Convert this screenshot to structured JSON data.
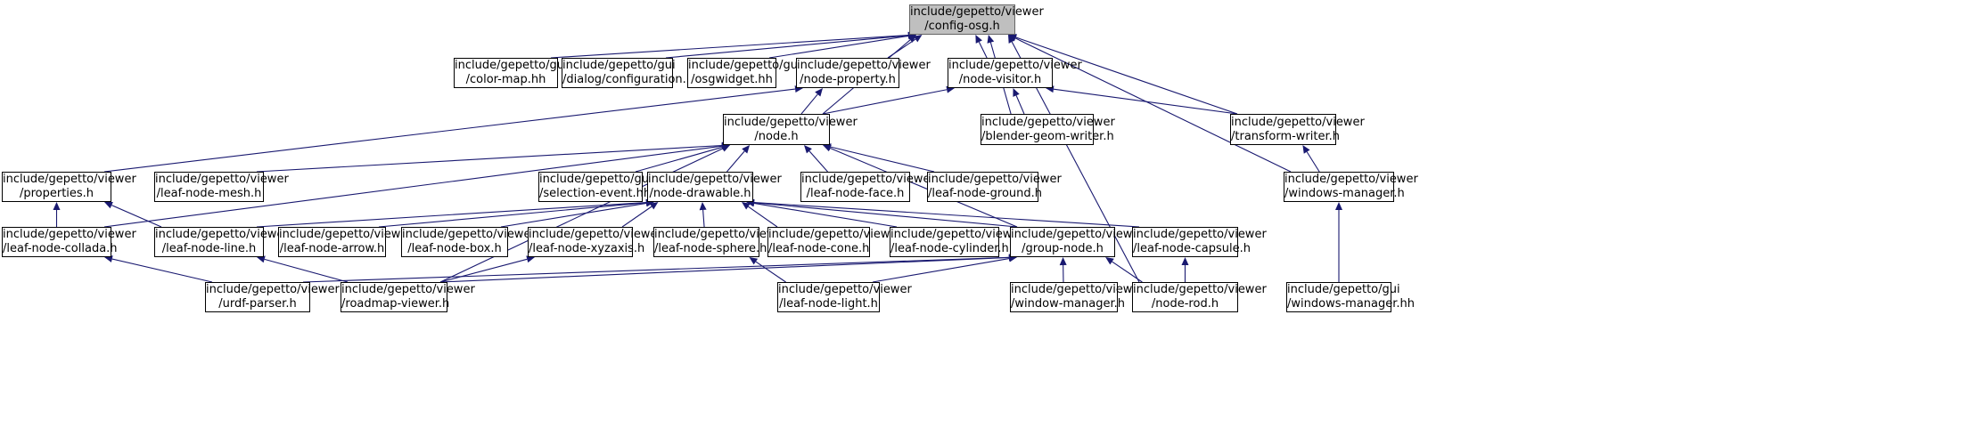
{
  "colors": {
    "edge": "#191970",
    "node_border": "#000000",
    "root_fill": "#bfbfbf",
    "root_border": "#666666",
    "background": "#ffffff"
  },
  "nodes": [
    {
      "id": "config",
      "lines": [
        "include/gepetto/viewer",
        "/config-osg.h"
      ],
      "root": true
    },
    {
      "id": "colormap",
      "lines": [
        "include/gepetto/gui",
        "/color-map.hh"
      ]
    },
    {
      "id": "dialogconf",
      "lines": [
        "include/gepetto/gui",
        "/dialog/configuration.hh"
      ]
    },
    {
      "id": "osgwidget",
      "lines": [
        "include/gepetto/gui",
        "/osgwidget.hh"
      ]
    },
    {
      "id": "nodeproperty",
      "lines": [
        "include/gepetto/viewer",
        "/node-property.h"
      ]
    },
    {
      "id": "nodevisitor",
      "lines": [
        "include/gepetto/viewer",
        "/node-visitor.h"
      ]
    },
    {
      "id": "node",
      "lines": [
        "include/gepetto/viewer",
        "/node.h"
      ]
    },
    {
      "id": "blender",
      "lines": [
        "include/gepetto/viewer",
        "/blender-geom-writer.h"
      ]
    },
    {
      "id": "transform",
      "lines": [
        "include/gepetto/viewer",
        "/transform-writer.h"
      ]
    },
    {
      "id": "properties",
      "lines": [
        "include/gepetto/viewer",
        "/properties.h"
      ]
    },
    {
      "id": "lnmesh",
      "lines": [
        "include/gepetto/viewer",
        "/leaf-node-mesh.h"
      ]
    },
    {
      "id": "selection",
      "lines": [
        "include/gepetto/gui",
        "/selection-event.hh"
      ]
    },
    {
      "id": "drawable",
      "lines": [
        "include/gepetto/viewer",
        "/node-drawable.h"
      ]
    },
    {
      "id": "lnface",
      "lines": [
        "include/gepetto/viewer",
        "/leaf-node-face.h"
      ]
    },
    {
      "id": "lnground",
      "lines": [
        "include/gepetto/viewer",
        "/leaf-node-ground.h"
      ]
    },
    {
      "id": "winmanager",
      "lines": [
        "include/gepetto/viewer",
        "/windows-manager.h"
      ]
    },
    {
      "id": "lncollada",
      "lines": [
        "include/gepetto/viewer",
        "/leaf-node-collada.h"
      ]
    },
    {
      "id": "lnline",
      "lines": [
        "include/gepetto/viewer",
        "/leaf-node-line.h"
      ]
    },
    {
      "id": "lnarrow",
      "lines": [
        "include/gepetto/viewer",
        "/leaf-node-arrow.h"
      ]
    },
    {
      "id": "lnbox",
      "lines": [
        "include/gepetto/viewer",
        "/leaf-node-box.h"
      ]
    },
    {
      "id": "lnxyz",
      "lines": [
        "include/gepetto/viewer",
        "/leaf-node-xyzaxis.h"
      ]
    },
    {
      "id": "lnsphere",
      "lines": [
        "include/gepetto/viewer",
        "/leaf-node-sphere.h"
      ]
    },
    {
      "id": "lncone",
      "lines": [
        "include/gepetto/viewer",
        "/leaf-node-cone.h"
      ]
    },
    {
      "id": "lncylinder",
      "lines": [
        "include/gepetto/viewer",
        "/leaf-node-cylinder.h"
      ]
    },
    {
      "id": "groupnode",
      "lines": [
        "include/gepetto/viewer",
        "/group-node.h"
      ]
    },
    {
      "id": "lncapsule",
      "lines": [
        "include/gepetto/viewer",
        "/leaf-node-capsule.h"
      ]
    },
    {
      "id": "guiwinmgr",
      "lines": [
        "include/gepetto/gui",
        "/windows-manager.hh"
      ]
    },
    {
      "id": "urdf",
      "lines": [
        "include/gepetto/viewer",
        "/urdf-parser.h"
      ]
    },
    {
      "id": "roadmap",
      "lines": [
        "include/gepetto/viewer",
        "/roadmap-viewer.h"
      ]
    },
    {
      "id": "lnlight",
      "lines": [
        "include/gepetto/viewer",
        "/leaf-node-light.h"
      ]
    },
    {
      "id": "wmanager",
      "lines": [
        "include/gepetto/viewer",
        "/window-manager.h"
      ]
    },
    {
      "id": "noderod",
      "lines": [
        "include/gepetto/viewer",
        "/node-rod.h"
      ]
    }
  ],
  "edges": [
    [
      "colormap",
      "config"
    ],
    [
      "dialogconf",
      "config"
    ],
    [
      "osgwidget",
      "config"
    ],
    [
      "nodeproperty",
      "config"
    ],
    [
      "node",
      "config"
    ],
    [
      "nodevisitor",
      "config"
    ],
    [
      "blender",
      "config"
    ],
    [
      "transform",
      "config"
    ],
    [
      "winmanager",
      "config"
    ],
    [
      "noderod",
      "config"
    ],
    [
      "properties",
      "nodeproperty"
    ],
    [
      "node",
      "nodeproperty"
    ],
    [
      "node",
      "nodevisitor"
    ],
    [
      "blender",
      "nodevisitor"
    ],
    [
      "transform",
      "nodevisitor"
    ],
    [
      "winmanager",
      "transform"
    ],
    [
      "guiwinmgr",
      "winmanager"
    ],
    [
      "lnmesh",
      "node"
    ],
    [
      "selection",
      "node"
    ],
    [
      "drawable",
      "node"
    ],
    [
      "lnface",
      "node"
    ],
    [
      "lnground",
      "node"
    ],
    [
      "lncollada",
      "node"
    ],
    [
      "roadmap",
      "node"
    ],
    [
      "groupnode",
      "node"
    ],
    [
      "lncollada",
      "properties"
    ],
    [
      "lnline",
      "properties"
    ],
    [
      "lnline",
      "drawable"
    ],
    [
      "lnarrow",
      "drawable"
    ],
    [
      "lnbox",
      "drawable"
    ],
    [
      "lnxyz",
      "drawable"
    ],
    [
      "lnsphere",
      "drawable"
    ],
    [
      "lncone",
      "drawable"
    ],
    [
      "lncylinder",
      "drawable"
    ],
    [
      "groupnode",
      "drawable"
    ],
    [
      "lncapsule",
      "drawable"
    ],
    [
      "urdf",
      "lncollada"
    ],
    [
      "roadmap",
      "lnline"
    ],
    [
      "roadmap",
      "lnxyz"
    ],
    [
      "lnlight",
      "lnsphere"
    ],
    [
      "urdf",
      "groupnode"
    ],
    [
      "roadmap",
      "groupnode"
    ],
    [
      "lnlight",
      "groupnode"
    ],
    [
      "wmanager",
      "groupnode"
    ],
    [
      "noderod",
      "groupnode"
    ],
    [
      "noderod",
      "lncapsule"
    ]
  ]
}
